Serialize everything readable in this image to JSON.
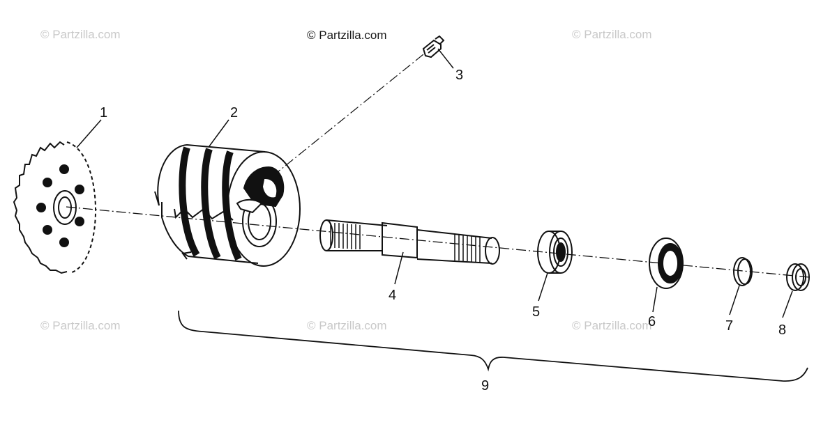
{
  "copyright": "© Partzilla.com",
  "watermarks": [
    "© Partzilla.com",
    "© Partzilla.com",
    "© Partzilla.com",
    "© Partzilla.com",
    "© Partzilla.com"
  ],
  "callouts": [
    "1",
    "2",
    "3",
    "4",
    "5",
    "6",
    "7",
    "8",
    "9"
  ],
  "colors": {
    "ink": "#111111",
    "watermark": "#c9c9c9",
    "background": "#ffffff"
  }
}
